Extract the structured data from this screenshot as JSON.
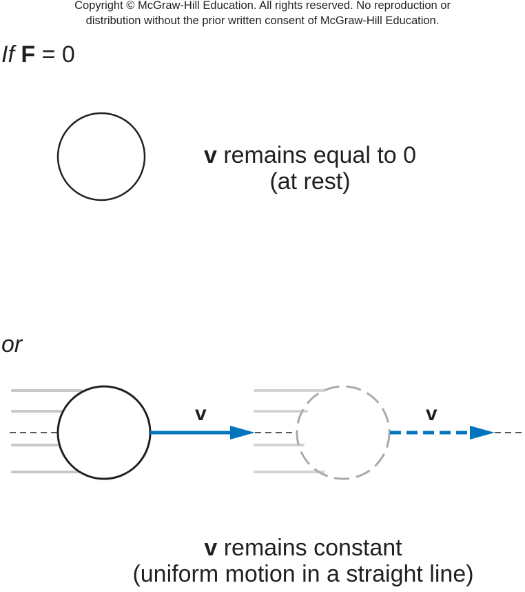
{
  "copyright": {
    "line1": "Copyright © McGraw-Hill Education.  All rights reserved. No reproduction or",
    "line2": "distribution without the prior written consent of McGraw-Hill Education."
  },
  "condition": {
    "if": "If",
    "symbol": "F",
    "equals": "= 0"
  },
  "rest_caption": {
    "symbol": "v",
    "text": " remains equal to 0",
    "line2": "(at rest)"
  },
  "or_label": "or",
  "velocity_labels": [
    "v",
    "v"
  ],
  "motion_caption": {
    "symbol": "v",
    "text": " remains constant",
    "line2": "(uniform motion in a straight line)"
  },
  "colors": {
    "velocity": "#0075be",
    "ghost": "#a7a9ac",
    "ink": "#231f20"
  }
}
